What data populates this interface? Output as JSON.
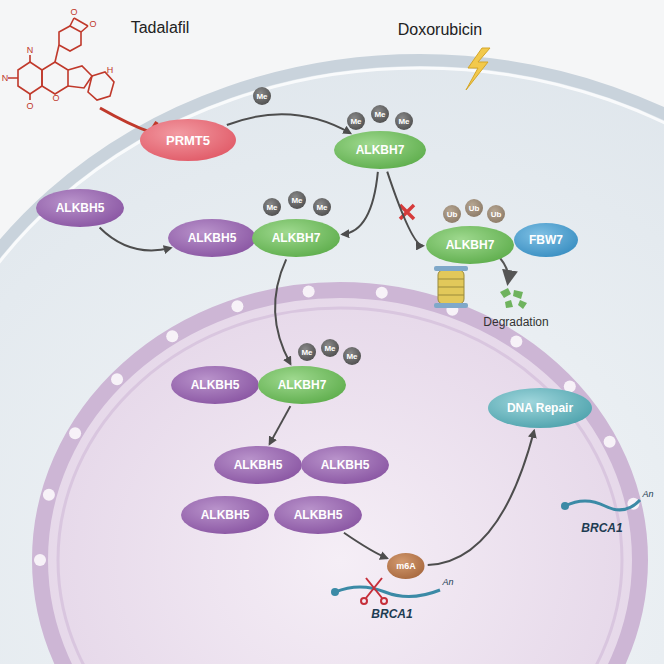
{
  "diagram": {
    "nodes": [
      {
        "text": [
          "PRMT5"
        ]
      },
      {
        "text": [
          "Me"
        ]
      },
      {
        "text": [
          "ALKBH7"
        ]
      },
      {
        "text": [
          "Me"
        ]
      },
      {
        "text": [
          "Me"
        ]
      },
      {
        "text": [
          "Me"
        ]
      },
      {
        "text": [
          "ALKBH5"
        ]
      },
      {
        "text": [
          "ALKBH5"
        ]
      },
      {
        "text": [
          "ALKBH7"
        ]
      },
      {
        "text": [
          "Me"
        ]
      },
      {
        "text": [
          "Me"
        ]
      },
      {
        "text": [
          "Me"
        ]
      },
      {
        "text": [
          "ALKBH7"
        ]
      },
      {
        "text": [
          "Ub"
        ]
      },
      {
        "text": [
          "Ub"
        ]
      },
      {
        "text": [
          "Ub"
        ]
      },
      {
        "text": [
          "FBW7"
        ]
      },
      {
        "text": [
          "ALKBH5"
        ]
      },
      {
        "text": [
          "ALKBH7"
        ]
      },
      {
        "text": [
          "Me"
        ]
      },
      {
        "text": [
          "Me"
        ]
      },
      {
        "text": [
          "Me"
        ]
      },
      {
        "text": [
          "ALKBH5"
        ]
      },
      {
        "text": [
          "ALKBH5"
        ]
      },
      {
        "text": [
          "ALKBH5"
        ]
      },
      {
        "text": [
          "ALKBH5"
        ]
      },
      {
        "text": [
          "m6A"
        ]
      },
      {
        "text": [
          "DNA Repair"
        ]
      }
    ],
    "edges": [
      {
        "from": 0,
        "to": 2,
        "arrow": "to"
      },
      {
        "from": 2,
        "to": 8,
        "arrow": "to"
      },
      {
        "from": 6,
        "to": 7,
        "arrow": "to"
      },
      {
        "from": 2,
        "to": 12,
        "arrow": "to"
      },
      {
        "from": 8,
        "to": 18,
        "arrow": "to"
      },
      {
        "from": 18,
        "to": 22,
        "arrow": "to"
      },
      {
        "from": 25,
        "to": 26,
        "arrow": "to"
      },
      {
        "from": 26,
        "to": 27,
        "arrow": "to"
      }
    ],
    "labels": [
      "Tadalafil",
      "Doxorubicin",
      "Degradation",
      "BRCA1",
      "An",
      "BRCA1",
      "An",
      "O",
      "O",
      "N",
      "N",
      "H",
      "O",
      "O"
    ]
  }
}
